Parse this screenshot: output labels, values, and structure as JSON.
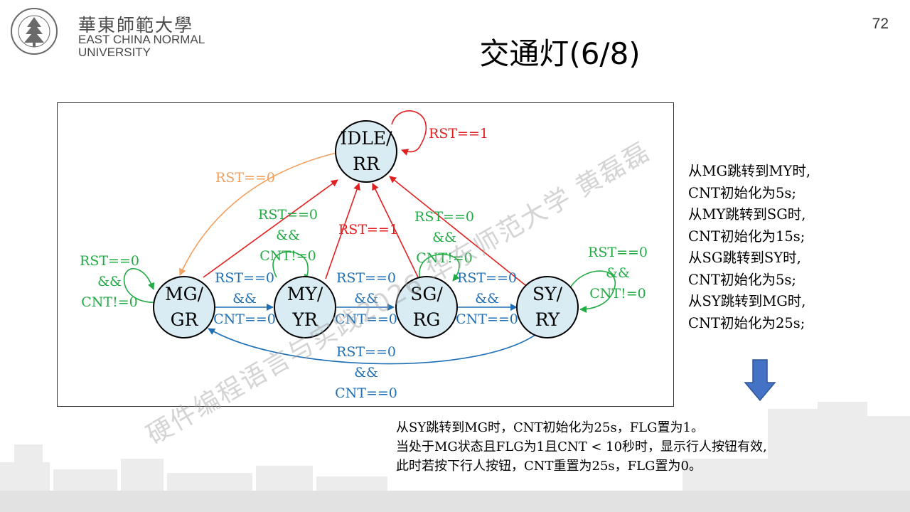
{
  "page_number": "72",
  "title": "交通灯(6/8)",
  "logo": {
    "name_cn": "華東師範大學",
    "name_en_line1": "EAST CHINA NORMAL",
    "name_en_line2": "UNIVERSITY"
  },
  "watermark": "硬件编程语言与实践2026 华东师范大学 黄磊磊",
  "states": {
    "idle": {
      "line1": "IDLE/",
      "line2": "RR"
    },
    "mg": {
      "line1": "MG/",
      "line2": "GR"
    },
    "my": {
      "line1": "MY/",
      "line2": "YR"
    },
    "sg": {
      "line1": "SG/",
      "line2": "RG"
    },
    "sy": {
      "line1": "SY/",
      "line2": "RY"
    }
  },
  "edge_labels": {
    "idle_self": "RST==1",
    "idle_to_mg": "RST==0",
    "to_idle": "RST==1",
    "mg_self": [
      "RST==0",
      "&&",
      "CNT!=0"
    ],
    "my_self": [
      "RST==0",
      "&&",
      "CNT!=0"
    ],
    "sg_self": [
      "RST==0",
      "&&",
      "CNT!=0"
    ],
    "sy_self": [
      "RST==0",
      "&&",
      "CNT!=0"
    ],
    "mg_to_my": [
      "RST==0",
      "&&",
      "CNT==0"
    ],
    "my_to_sg": [
      "RST==0",
      "&&",
      "CNT==0"
    ],
    "sg_to_sy": [
      "RST==0",
      "&&",
      "CNT==0"
    ],
    "sy_to_mg": [
      "RST==0",
      "&&",
      "CNT==0"
    ]
  },
  "colors": {
    "red": "#e02020",
    "green": "#22aa44",
    "blue": "#1f6fb5",
    "orange": "#f0a060",
    "state_fill": "#d9ecf3",
    "arrow_fill": "#4472c4"
  },
  "right_notes": [
    "从MG跳转到MY时,",
    "CNT初始化为5s;",
    "从MY跳转到SG时,",
    "CNT初始化为15s;",
    "从SG跳转到SY时,",
    "CNT初始化为5s;",
    "从SY跳转到MG时,",
    "CNT初始化为25s;"
  ],
  "bottom_notes": [
    "从SY跳转到MG时，CNT初始化为25s，FLG置为1。",
    "当处于MG状态且FLG为1且CNT < 10秒时，显示行人按钮有效,",
    "此时若按下行人按钮，CNT重置为25s，FLG置为0。"
  ]
}
